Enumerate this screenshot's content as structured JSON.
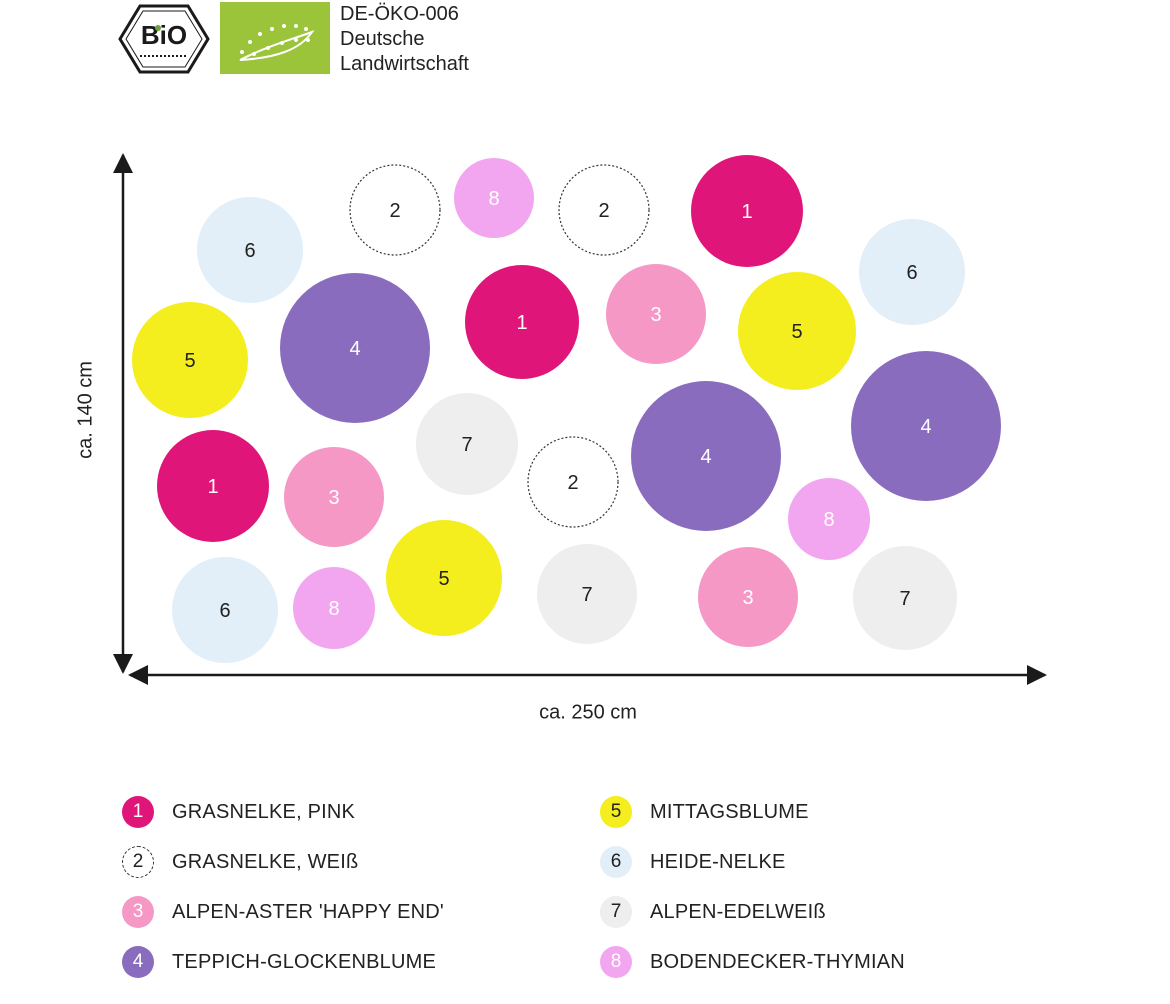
{
  "certification": {
    "bio_logo_text": "BiO",
    "line1": "DE-ÖKO-006",
    "line2": "Deutsche",
    "line3": "Landwirtschaft"
  },
  "diagram": {
    "y_axis_label": "ca. 140 cm",
    "x_axis_label": "ca. 250 cm"
  },
  "plant_types": {
    "1": {
      "color": "#e0157a",
      "label_color": "#ffffff",
      "dashed": false
    },
    "2": {
      "color": "#ffffff",
      "label_color": "#222222",
      "dashed": true
    },
    "3": {
      "color": "#f598c6",
      "label_color": "#ffffff",
      "dashed": false
    },
    "4": {
      "color": "#8a6cbe",
      "label_color": "#ffffff",
      "dashed": false
    },
    "5": {
      "color": "#f5ee1e",
      "label_color": "#222222",
      "dashed": false
    },
    "6": {
      "color": "#e2eef8",
      "label_color": "#222222",
      "dashed": false
    },
    "7": {
      "color": "#eeeeee",
      "label_color": "#222222",
      "dashed": false
    },
    "8": {
      "color": "#f2a6ef",
      "label_color": "#ffffff",
      "dashed": false
    }
  },
  "legend": [
    {
      "num": "1",
      "label": "GRASNELKE, PINK"
    },
    {
      "num": "2",
      "label": "GRASNELKE, WEIß"
    },
    {
      "num": "3",
      "label": "ALPEN-ASTER 'HAPPY END'"
    },
    {
      "num": "4",
      "label": "TEPPICH-GLOCKENBLUME"
    },
    {
      "num": "5",
      "label": "MITTAGSBLUME"
    },
    {
      "num": "6",
      "label": "HEIDE-NELKE"
    },
    {
      "num": "7",
      "label": "ALPEN-EDELWEIß"
    },
    {
      "num": "8",
      "label": "BODENDECKER-THYMIAN"
    }
  ],
  "plants": [
    {
      "type": "2"
    },
    {
      "type": "8"
    },
    {
      "type": "2"
    },
    {
      "type": "1"
    },
    {
      "type": "6"
    },
    {
      "type": "6"
    },
    {
      "type": "5"
    },
    {
      "type": "4"
    },
    {
      "type": "1"
    },
    {
      "type": "3"
    },
    {
      "type": "5"
    },
    {
      "type": "7"
    },
    {
      "type": "4"
    },
    {
      "type": "4"
    },
    {
      "type": "2"
    },
    {
      "type": "1"
    },
    {
      "type": "3"
    },
    {
      "type": "8"
    },
    {
      "type": "5"
    },
    {
      "type": "7"
    },
    {
      "type": "3"
    },
    {
      "type": "7"
    },
    {
      "type": "6"
    },
    {
      "type": "8"
    }
  ]
}
